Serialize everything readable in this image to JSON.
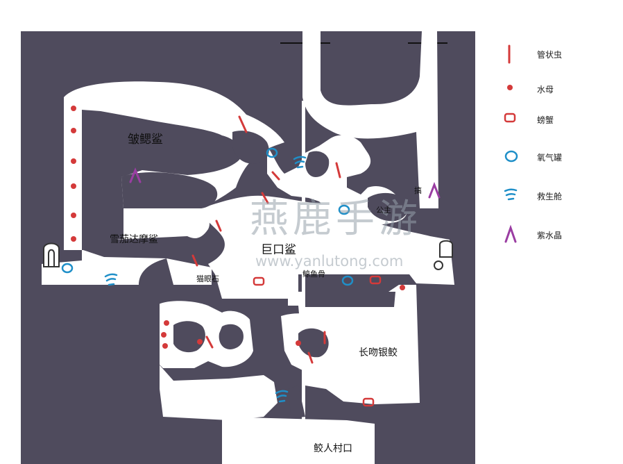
{
  "colors": {
    "rock": "#4f4b5d",
    "cave": "#ffffff",
    "tube_worm": "#d43a3a",
    "jellyfish": "#d43a3a",
    "crab": "#d43a3a",
    "oxygen_tank": "#1f8fc8",
    "escape_pod": "#1f8fc8",
    "crystal": "#9a3da2"
  },
  "legend": [
    {
      "icon": "tube-worm-icon",
      "label": "管状虫"
    },
    {
      "icon": "jellyfish-icon",
      "label": "水母"
    },
    {
      "icon": "crab-icon",
      "label": "螃蟹"
    },
    {
      "icon": "oxygen-tank-icon",
      "label": "氧气罐"
    },
    {
      "icon": "escape-pod-icon",
      "label": "救生舱"
    },
    {
      "icon": "purple-crystal-icon",
      "label": "紫水晶"
    }
  ],
  "areas": {
    "frilled_shark": "皱鳃鲨",
    "cigar_shark": "雪茄达摩鲨",
    "megamouth": "巨口鲨",
    "cat_eye": "猫眼石",
    "whale_bone": "鲸鱼骨",
    "princess": "公主",
    "mark": "搞",
    "longnose": "长吻银鲛",
    "village": "鲛人村口"
  },
  "watermark": {
    "text": "燕鹿手游",
    "url": "www.yanlutong.com"
  }
}
